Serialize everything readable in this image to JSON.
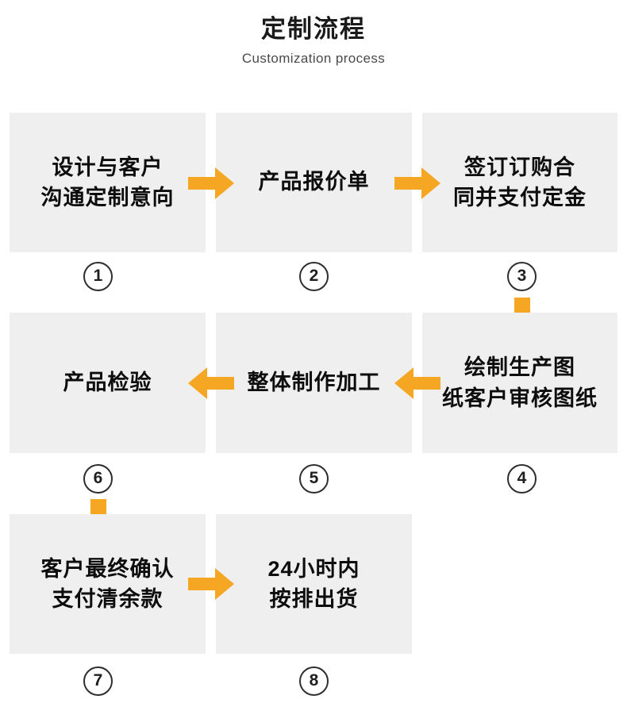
{
  "header": {
    "title": "定制流程",
    "subtitle": "Customization process"
  },
  "theme": {
    "arrow_color": "#F5A623",
    "box_fill": "#EFEFEF",
    "text_color": "#0D0D0D",
    "page_background": "#FFFFFF",
    "badge_border": "#2E2E2E"
  },
  "steps": [
    {
      "number": "1",
      "label": "设计与客户\n沟通定制意向",
      "row": 1,
      "col": 1
    },
    {
      "number": "2",
      "label": "产品报价单",
      "row": 1,
      "col": 2
    },
    {
      "number": "3",
      "label": "签订订购合\n同并支付定金",
      "row": 1,
      "col": 3
    },
    {
      "number": "4",
      "label": "绘制生产图\n纸客户审核图纸",
      "row": 2,
      "col": 3
    },
    {
      "number": "5",
      "label": "整体制作加工",
      "row": 2,
      "col": 2
    },
    {
      "number": "6",
      "label": "产品检验",
      "row": 2,
      "col": 1
    },
    {
      "number": "7",
      "label": "客户最终确认\n支付清余款",
      "row": 3,
      "col": 1
    },
    {
      "number": "8",
      "label": "24小时内\n按排出货",
      "row": 3,
      "col": 2
    }
  ],
  "connectors": [
    {
      "from": "1",
      "to": "2",
      "direction": "right"
    },
    {
      "from": "2",
      "to": "3",
      "direction": "right"
    },
    {
      "from": "3",
      "to": "4",
      "direction": "down"
    },
    {
      "from": "4",
      "to": "5",
      "direction": "left"
    },
    {
      "from": "5",
      "to": "6",
      "direction": "left"
    },
    {
      "from": "6",
      "to": "7",
      "direction": "down"
    },
    {
      "from": "7",
      "to": "8",
      "direction": "right"
    }
  ]
}
